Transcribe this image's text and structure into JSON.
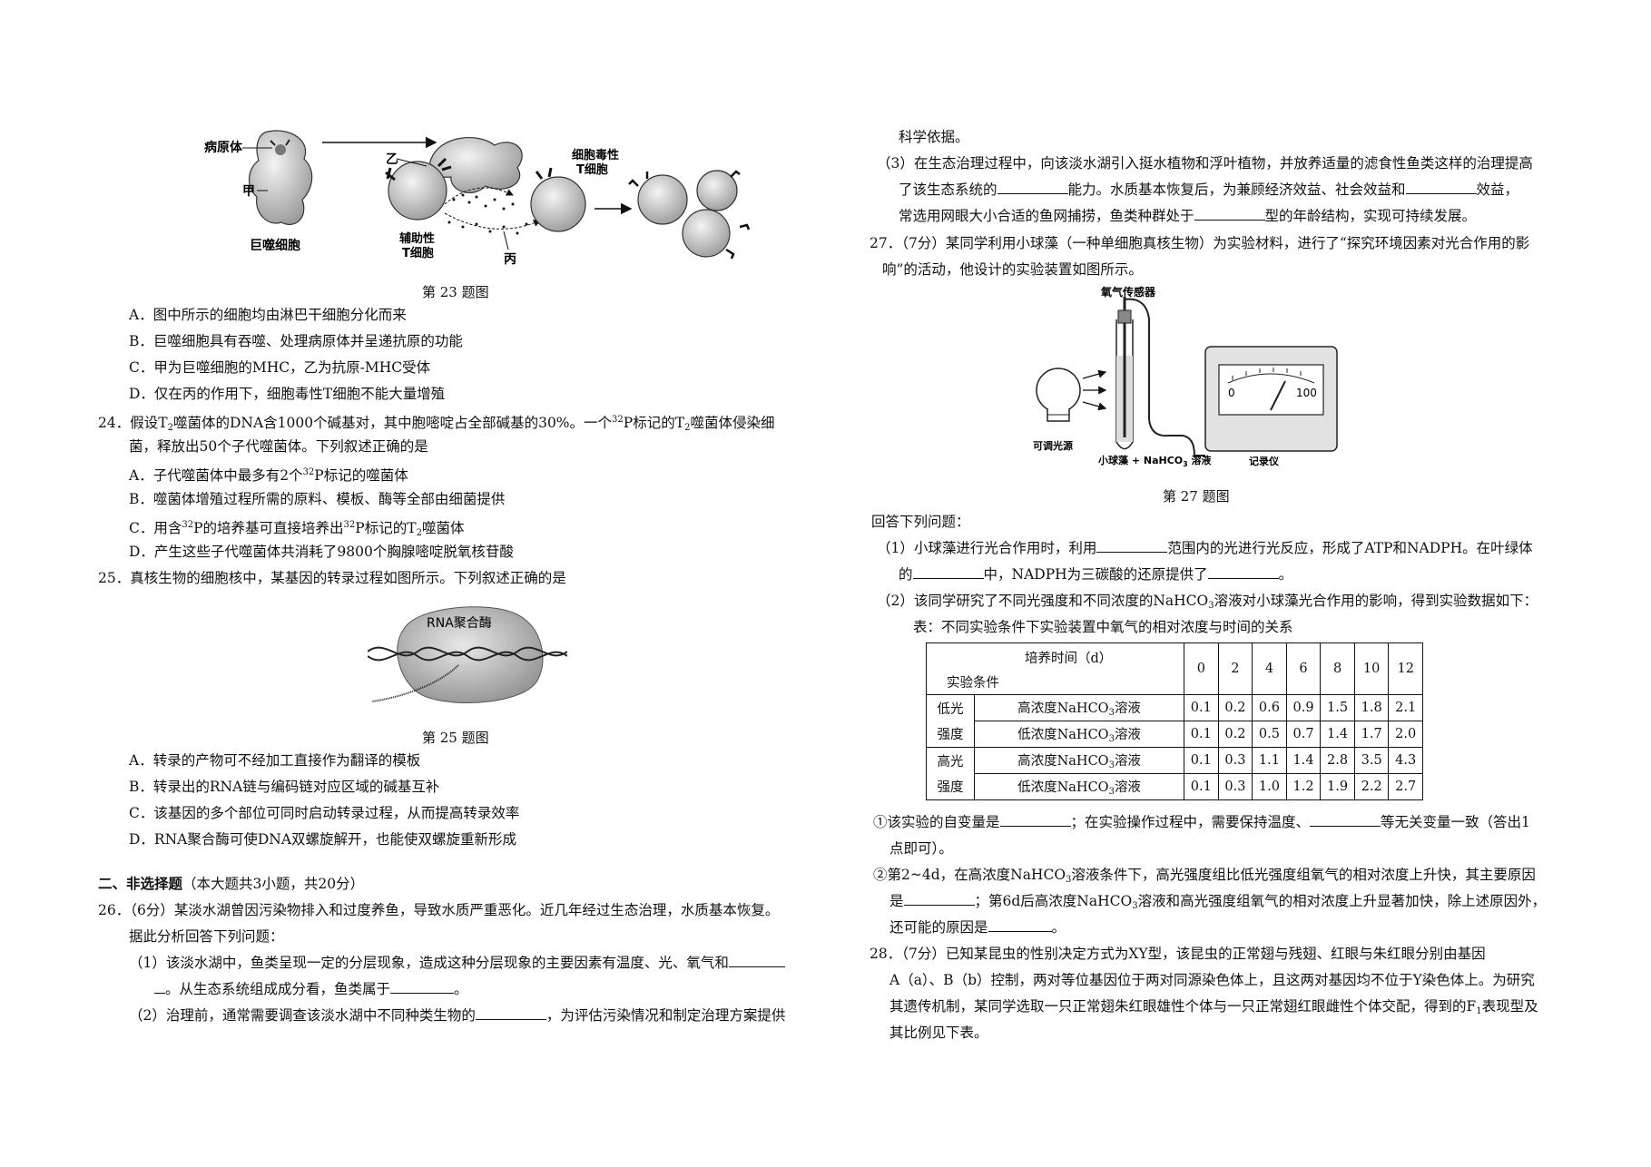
{
  "left": {
    "fig23": {
      "labels": {
        "pathogen": "病原体",
        "jia": "甲",
        "macrophage": "巨噬细胞",
        "yi": "乙",
        "helper": "辅助性",
        "helper2": "T细胞",
        "bing": "丙",
        "cytotoxic": "细胞毒性",
        "cytotoxic2": "T细胞"
      },
      "caption": "第 23 题图"
    },
    "q23": {
      "options": [
        "A．图中所示的细胞均由淋巴干细胞分化而来",
        "B．巨噬细胞具有吞噬、处理病原体并呈递抗原的功能",
        "C．甲为巨噬细胞的MHC，乙为抗原-MHC受体",
        "D．仅在丙的作用下，细胞毒性T细胞不能大量增殖"
      ]
    },
    "q24": {
      "num": "24．",
      "stem_a": "假设T",
      "sub1": "2",
      "stem_b": "噬菌体的DNA含1000个碱基对，其中胞嘧啶占全部碱基的30%。一个",
      "sup1": "32",
      "stem_c": "P标记的T",
      "sub2": "2",
      "stem_d": "噬菌体侵染细",
      "stem2": "菌，释放出50个子代噬菌体。下列叙述正确的是",
      "optA_a": "A．子代噬菌体中最多有2个",
      "optA_sup": "32",
      "optA_b": "P标记的噬菌体",
      "optB": "B．噬菌体增殖过程所需的原料、模板、酶等全部由细菌提供",
      "optC_a": "C．用含",
      "optC_sup1": "32",
      "optC_b": "P的培养基可直接培养出",
      "optC_sup2": "32",
      "optC_c": "P标记的T",
      "optC_sub": "2",
      "optC_d": "噬菌体",
      "optD": "D．产生这些子代噬菌体共消耗了9800个胸腺嘧啶脱氧核苷酸"
    },
    "q25": {
      "stem": "25．真核生物的细胞核中，某基因的转录过程如图所示。下列叙述正确的是",
      "fig_label": "RNA聚合酶",
      "caption": "第 25 题图",
      "options": [
        "A．转录的产物可不经加工直接作为翻译的模板",
        "B．转录出的RNA链与编码链对应区域的碱基互补",
        "C．该基因的多个部位可同时启动转录过程，从而提高转录效率",
        "D．RNA聚合酶可使DNA双螺旋解开，也能使双螺旋重新形成"
      ]
    },
    "section2": {
      "title": "二、非选择题",
      "note": "（本大题共3小题，共20分）"
    },
    "q26": {
      "line1": "26．（6分）某淡水湖曾因污染物排入和过度养鱼，导致水质严重恶化。近几年经过生态治理，水质基本恢复。",
      "line2": "据此分析回答下列问题：",
      "p1a": "（1）该淡水湖中，鱼类呈现一定的分层现象，造成这种分层现象的主要因素有温度、光、氧气和",
      "p1b": "。从生态系统组成成分看，鱼类属于",
      "p1c": "。",
      "p2a": "（2）治理前，通常需要调查该淡水湖中不同种类生物的",
      "p2b": "，为评估污染情况和制定治理方案提供"
    }
  },
  "right": {
    "q26cont": {
      "line0": "科学依据。",
      "p3a": "（3）在生态治理过程中，向该淡水湖引入挺水植物和浮叶植物，并放养适量的滤食性鱼类这样的治理提高",
      "p3b": "了该生态系统的",
      "p3c": "能力。水质基本恢复后，为兼顾经济效益、社会效益和",
      "p3d": "效益，",
      "p3e": "常选用网眼大小合适的鱼网捕捞，鱼类种群处于",
      "p3f": "型的年龄结构，实现可持续发展。"
    },
    "q27": {
      "line1": "27．（7分）某同学利用小球藻（一种单细胞真核生物）为实验材料，进行了“探究环境因素对光合作用的影",
      "line2": "响”的活动，他设计的实验装置如图所示。",
      "fig": {
        "sensor": "氧气传感器",
        "light": "可调光源",
        "tube_a": "小球藻 + NaHCO",
        "tube_sub": "3",
        "tube_b": " 溶液",
        "recorder": "记录仪",
        "dial_min": "0",
        "dial_max": "100"
      },
      "caption": "第 27 题图",
      "answer_intro": "回答下列问题：",
      "p1a": "（1）小球藻进行光合作用时，利用",
      "p1b": "范围内的光进行光反应，形成了ATP和NADPH。在叶绿体",
      "p1c": "的",
      "p1d": "中，NADPH为三碳酸的还原提供了",
      "p1e": "。",
      "p2a": "（2）该同学研究了不同光强度和不同浓度的NaHCO",
      "p2sub": "3",
      "p2b": "溶液对小球藻光合作用的影响，得到实验数据如下：",
      "table_title": "表：不同实验条件下实验装置中氧气的相对浓度与时间的关系",
      "table": {
        "head_time": "培养时间（d）",
        "head_cond": "实验条件",
        "days": [
          "0",
          "2",
          "4",
          "6",
          "8",
          "10",
          "12"
        ],
        "rows": [
          {
            "light1": "低光",
            "cond_a": "高浓度NaHCO",
            "cond_sub": "3",
            "cond_b": "溶液",
            "values": [
              "0.1",
              "0.2",
              "0.6",
              "0.9",
              "1.5",
              "1.8",
              "2.1"
            ]
          },
          {
            "light1": "强度",
            "cond_a": "低浓度NaHCO",
            "cond_sub": "3",
            "cond_b": "溶液",
            "values": [
              "0.1",
              "0.2",
              "0.5",
              "0.7",
              "1.4",
              "1.7",
              "2.0"
            ]
          },
          {
            "light1": "高光",
            "cond_a": "高浓度NaHCO",
            "cond_sub": "3",
            "cond_b": "溶液",
            "values": [
              "0.1",
              "0.3",
              "1.1",
              "1.4",
              "2.8",
              "3.5",
              "4.3"
            ]
          },
          {
            "light1": "强度",
            "cond_a": "低浓度NaHCO",
            "cond_sub": "3",
            "cond_b": "溶液",
            "values": [
              "0.1",
              "0.3",
              "1.0",
              "1.2",
              "1.9",
              "2.2",
              "2.7"
            ]
          }
        ]
      },
      "s1a": "①该实验的自变量是",
      "s1b": "；在实验操作过程中，需要保持温度、",
      "s1c": "等无关变量一致（答出1",
      "s1d": "点即可）。",
      "s2a": "②第2~4d，在高浓度NaHCO",
      "s2sub": "3",
      "s2b": "溶液条件下，高光强度组比低光强度组氧气的相对浓度上升快，其主要原因",
      "s2c": "是",
      "s2d": "；第6d后高浓度NaHCO",
      "s2sub2": "3",
      "s2e": "溶液和高光强度组氧气的相对浓度上升显著加快，除上述原因外，",
      "s2f": "还可能的原因是",
      "s2g": "。"
    },
    "q28": {
      "line1": "28．（7分）已知某昆虫的性别决定方式为XY型，该昆虫的正常翅与残翅、红眼与朱红眼分别由基因",
      "line2": "A（a）、B（b）控制，两对等位基因位于两对同源染色体上，且这两对基因均不位于Y染色体上。为研究",
      "line3a": "其遗传机制，某同学选取一只正常翅朱红眼雄性个体与一只正常翅红眼雌性个体交配，得到的F",
      "line3sub": "1",
      "line3b": "表现型及",
      "line4": "其比例见下表。"
    }
  }
}
